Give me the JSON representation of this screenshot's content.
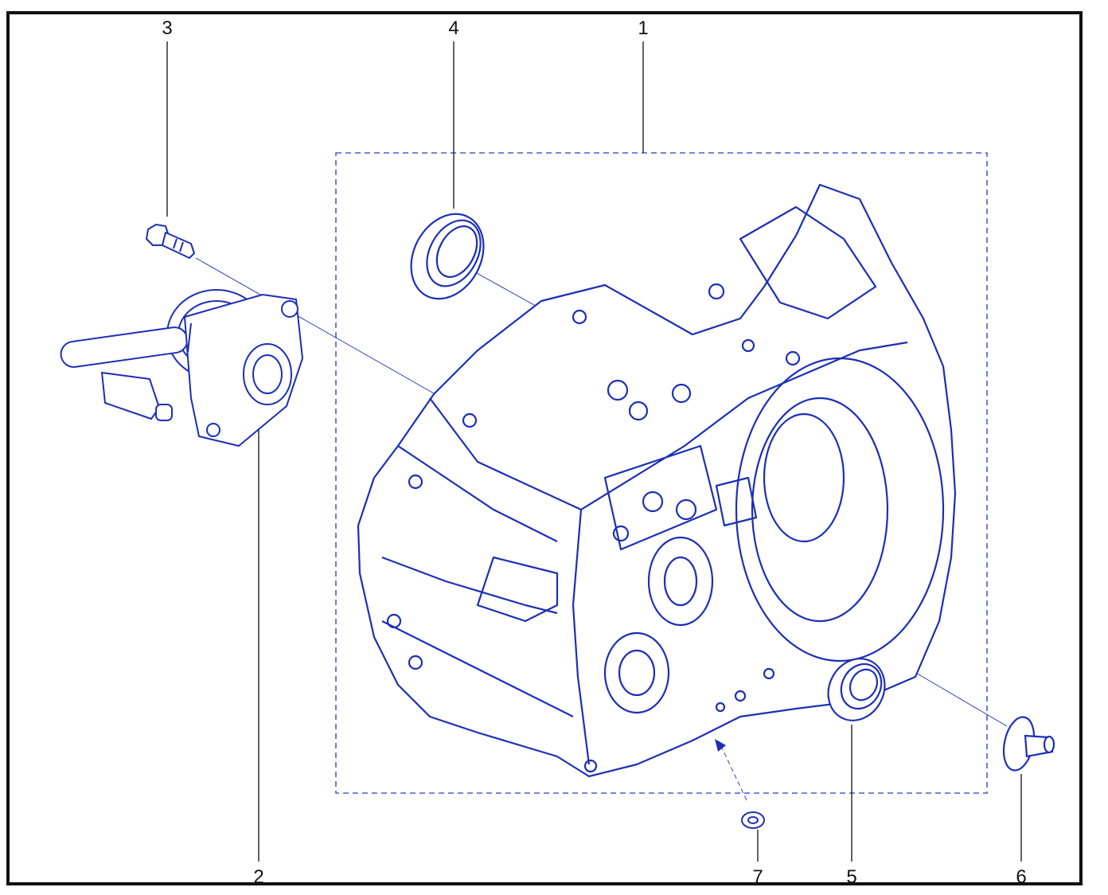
{
  "callouts": {
    "c1": "1",
    "c2": "2",
    "c3": "3",
    "c4": "4",
    "c5": "5",
    "c6": "6",
    "c7": "7"
  },
  "parts": {
    "p1": "housing-icon",
    "p2": "slave-cylinder-icon",
    "p3": "bolt-icon",
    "p4": "oil-seal-icon",
    "p5": "oil-seal-icon",
    "p6": "plug-icon",
    "p7": "washer-icon"
  },
  "colors": {
    "line_art": "#1c2fb6",
    "leader": "#111111",
    "group_box": "#4a5fc8"
  }
}
